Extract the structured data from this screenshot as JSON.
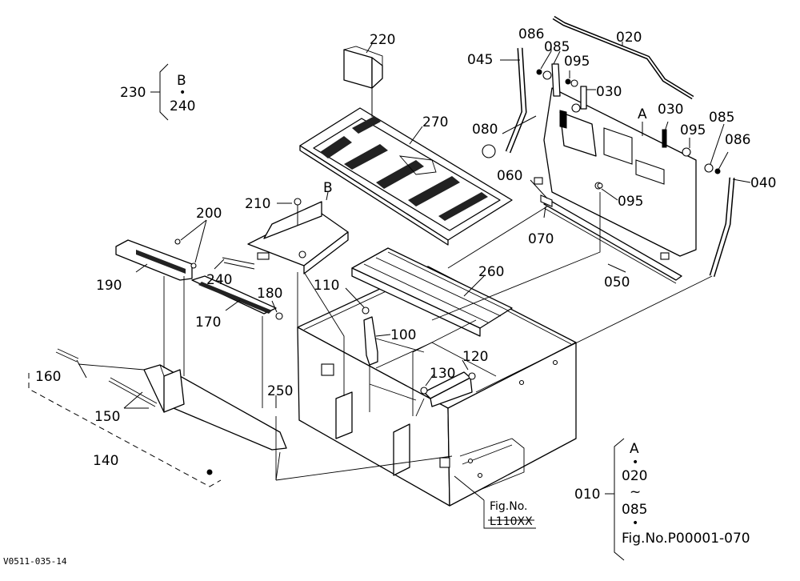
{
  "labels": {
    "p020": "020",
    "p045": "045",
    "p086a": "086",
    "p085a": "085",
    "p095a": "095",
    "p030a": "030",
    "pA": "A",
    "p030b": "030",
    "p085b": "085",
    "p095b": "095",
    "p086b": "086",
    "p040": "040",
    "p080": "080",
    "p060": "060",
    "p095c": "095",
    "p070": "070",
    "p050": "050",
    "p220": "220",
    "p270": "270",
    "p230": "230",
    "p210": "210",
    "pB": "B",
    "p200": "200",
    "p240": "240",
    "p190": "190",
    "p180": "180",
    "p170": "170",
    "p110": "110",
    "p260": "260",
    "p100": "100",
    "p120": "120",
    "p130": "130",
    "p160": "160",
    "p250": "250",
    "p150": "150",
    "p140": "140",
    "p010": "010"
  },
  "group_230": {
    "line1": "B",
    "dot": "•",
    "line2": "240"
  },
  "group_010": {
    "line1": "A",
    "dot1": "•",
    "line2": "020",
    "tilde": "~",
    "line3": "085",
    "dot2": "•",
    "line4": "Fig.No.P00001-070"
  },
  "fig_ref": {
    "line1": "Fig.No.",
    "line2": "L110XX"
  },
  "footer_code": "V0511-035-14"
}
